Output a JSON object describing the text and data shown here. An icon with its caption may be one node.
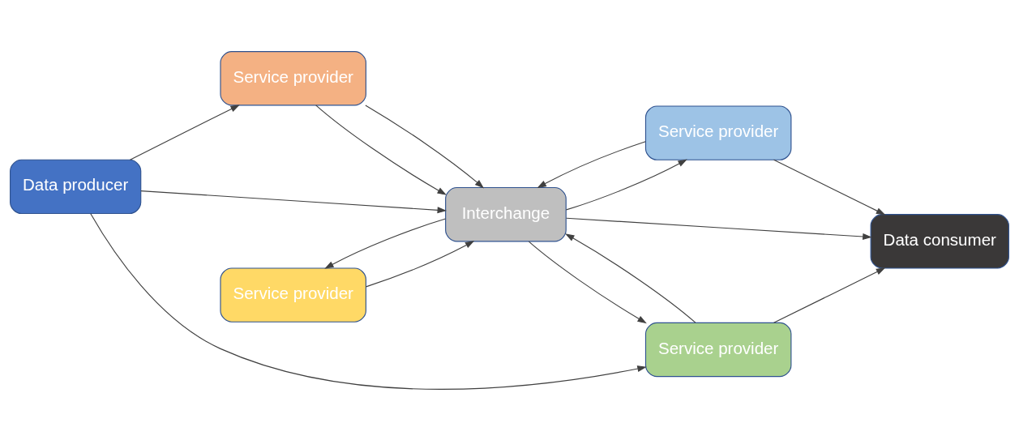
{
  "diagram": {
    "nodes": [
      {
        "text": [
          "Data producer"
        ]
      },
      {
        "text": [
          "Service provider"
        ]
      },
      {
        "text": [
          "Service provider"
        ]
      },
      {
        "text": [
          "Interchange"
        ]
      },
      {
        "text": [
          "Data consumer"
        ]
      },
      {
        "text": [
          "Service provider"
        ]
      },
      {
        "text": [
          "Service provider"
        ]
      }
    ],
    "edges": [
      {
        "from": 0,
        "to": 1,
        "arrow": "to"
      },
      {
        "from": 1,
        "to": 3,
        "arrow": "to"
      },
      {
        "from": 1,
        "to": 3,
        "arrow": "to"
      },
      {
        "from": 0,
        "to": 3,
        "arrow": "to"
      },
      {
        "from": 0,
        "to": 6,
        "arrow": "to"
      },
      {
        "from": 2,
        "to": 3,
        "arrow": "to"
      },
      {
        "from": 3,
        "to": 2,
        "arrow": "to"
      },
      {
        "from": 2,
        "to": 4,
        "arrow": "to"
      },
      {
        "from": 3,
        "to": 4,
        "arrow": "to"
      },
      {
        "from": 3,
        "to": 6,
        "arrow": "to"
      },
      {
        "from": 5,
        "to": 3,
        "arrow": "to"
      },
      {
        "from": 3,
        "to": 5,
        "arrow": "to"
      },
      {
        "from": 6,
        "to": 3,
        "arrow": "to"
      },
      {
        "from": 6,
        "to": 4,
        "arrow": "to"
      }
    ]
  }
}
